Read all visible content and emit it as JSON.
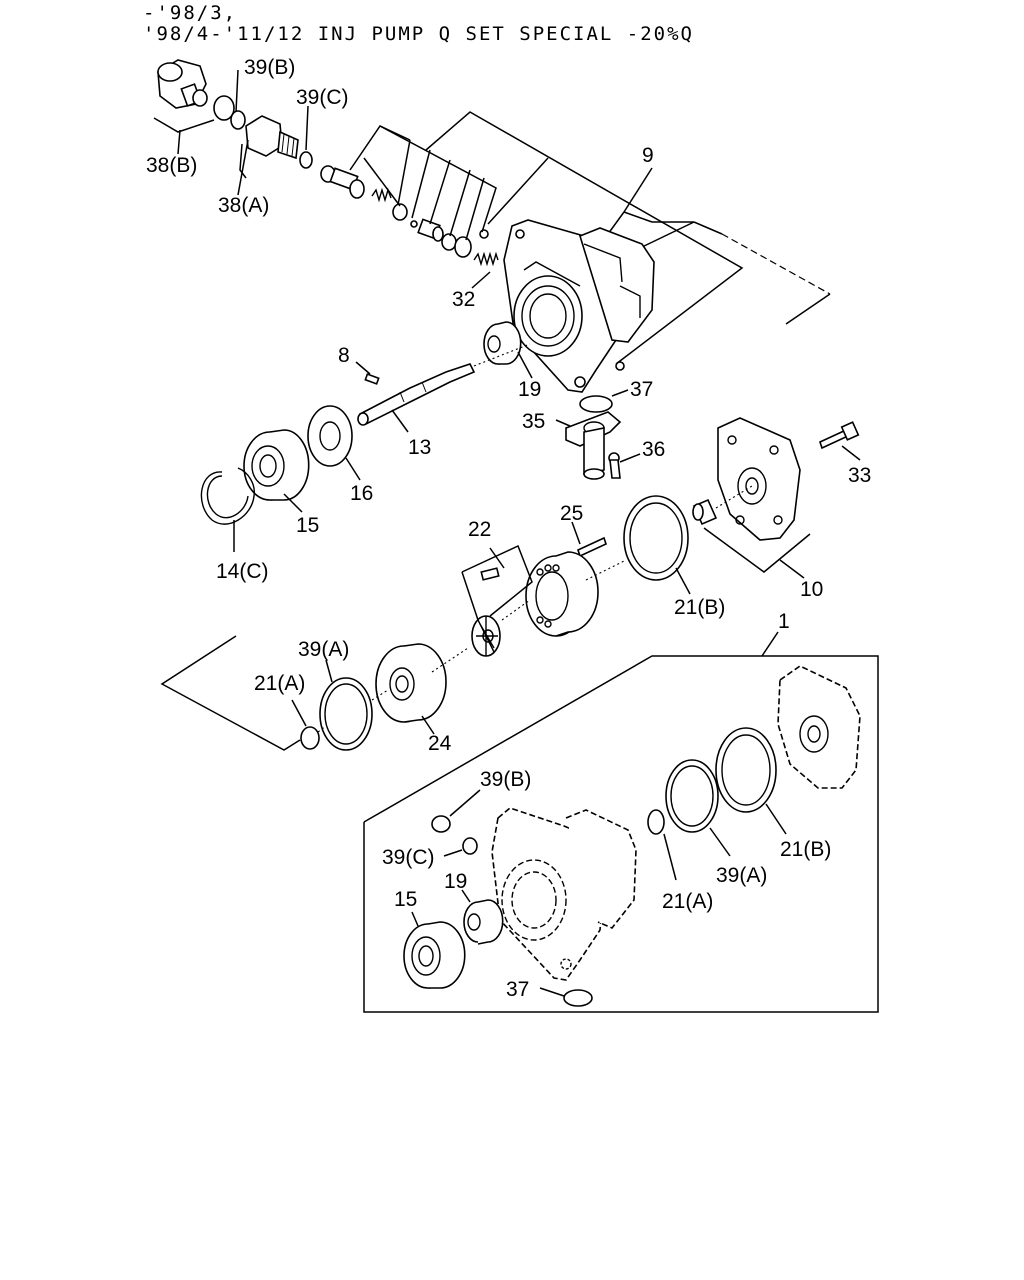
{
  "header": {
    "line1": "-'98/3,",
    "line2": "'98/4-'11/12 INJ PUMP Q SET SPECIAL -20%Q"
  },
  "callouts": {
    "p39b_top": "39(B)",
    "p39c_top": "39(C)",
    "p38b": "38(B)",
    "p38a": "38(A)",
    "p9": "9",
    "p32": "32",
    "p8": "8",
    "p19": "19",
    "p37": "37",
    "p35": "35",
    "p36": "36",
    "p13": "13",
    "p33": "33",
    "p16": "16",
    "p15": "15",
    "p14c": "14(C)",
    "p22": "22",
    "p25": "25",
    "p10": "10",
    "p21b": "21(B)",
    "p1": "1",
    "p39a": "39(A)",
    "p21a": "21(A)",
    "p24": "24"
  },
  "kit": {
    "p39b": "39(B)",
    "p39c": "39(C)",
    "p19": "19",
    "p15": "15",
    "p37": "37",
    "p21a": "21(A)",
    "p39a": "39(A)",
    "p21b": "21(B)"
  }
}
